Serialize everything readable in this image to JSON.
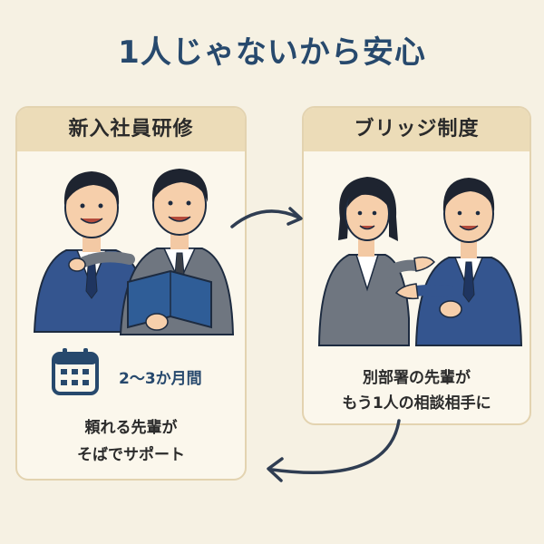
{
  "title": "1人じゃないから安心",
  "left_card": {
    "heading": "新入社員研修",
    "duration": "2〜3か月間",
    "desc_line1": "頼れる先輩が",
    "desc_line2": "そばでサポート"
  },
  "right_card": {
    "heading": "ブリッジ制度",
    "desc_line1": "別部署の先輩が",
    "desc_line2": "もう1人の相談相手に"
  },
  "colors": {
    "navy": "#27496d",
    "cream": "#f6f1e3",
    "card_header": "#ecdcb8",
    "suit_blue": "#34558f",
    "suit_gray": "#6f7680"
  }
}
